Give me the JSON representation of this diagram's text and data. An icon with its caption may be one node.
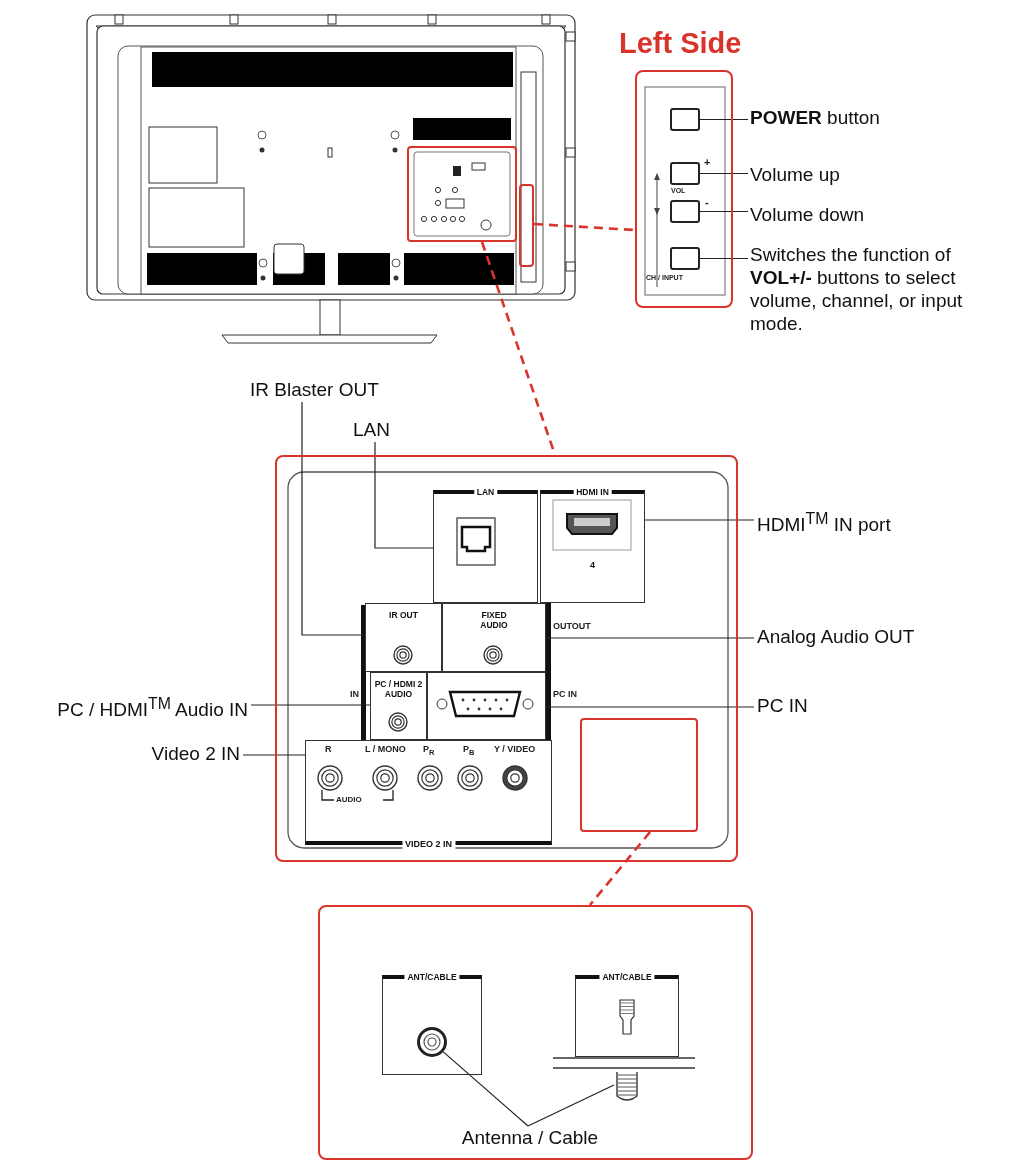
{
  "diagram": {
    "nodes": [
      {
        "text": [],
        "shape": "box"
      },
      {
        "text": [],
        "shape": "box"
      },
      {
        "text": [
          "Left Side"
        ]
      },
      {
        "text": [],
        "shape": "box",
        "in": 2
      },
      {
        "text": [],
        "shape": "box",
        "in": 2
      },
      {
        "text": [],
        "shape": "box",
        "in": 2
      },
      {
        "text": [],
        "shape": "box",
        "in": 2
      },
      {
        "text": [
          "**POWER** button"
        ]
      },
      {
        "text": [
          "Volume up"
        ]
      },
      {
        "text": [
          "Volume down"
        ]
      },
      {
        "text": [
          "Switches the function of **VOL+/-** buttons to select volume, channel, or input mode."
        ]
      },
      {
        "text": [
          "IR Blaster OUT"
        ]
      },
      {
        "text": [
          "LAN"
        ]
      },
      {
        "text": [],
        "shape": "box"
      },
      {
        "text": [
          "LAN"
        ],
        "in": 13
      },
      {
        "text": [
          "HDMI IN",
          "4"
        ],
        "in": 13
      },
      {
        "text": [
          "IR OUT"
        ],
        "in": 13
      },
      {
        "text": [
          "FIXED AUDIO"
        ],
        "in": 13
      },
      {
        "text": [
          "PC / HDMI 2 AUDIO"
        ],
        "in": 13
      },
      {
        "text": [],
        "shape": "box",
        "in": 13
      },
      {
        "text": [
          "VIDEO 2 IN"
        ],
        "in": 13
      },
      {
        "text": [],
        "shape": "box",
        "in": 13
      },
      {
        "text": [
          "HDMI$^{TM}$ IN port"
        ]
      },
      {
        "text": [
          "Analog Audio OUT"
        ]
      },
      {
        "text": [
          "PC IN"
        ]
      },
      {
        "text": [
          "PC / HDMI$^{TM}$ Audio IN"
        ]
      },
      {
        "text": [
          "Video 2 IN"
        ]
      },
      {
        "text": [],
        "shape": "box"
      },
      {
        "text": [
          "ANT/CABLE"
        ],
        "in": 27
      },
      {
        "text": [
          "ANT/CABLE"
        ],
        "in": 27
      },
      {
        "text": [
          "Antenna / Cable"
        ],
        "in": 27
      },
      {
        "text": [],
        "shape": "circle",
        "in": 28
      },
      {
        "text": [],
        "shape": "cylinder",
        "in": 27
      }
    ],
    "edges": [
      {
        "from": 0,
        "to": 13,
        "arrow": "none",
        "style": "dashed",
        "color": "#d9342b"
      },
      {
        "from": 1,
        "to": 2,
        "arrow": "none",
        "style": "dashed",
        "color": "#d9342b"
      },
      {
        "from": 21,
        "to": 27,
        "arrow": "none",
        "style": "dashed",
        "color": "#d9342b"
      },
      {
        "from": 7,
        "to": 3,
        "arrow": "none"
      },
      {
        "from": 8,
        "to": 4,
        "arrow": "none"
      },
      {
        "from": 9,
        "to": 5,
        "arrow": "none"
      },
      {
        "from": 10,
        "to": 6,
        "arrow": "none"
      },
      {
        "from": 11,
        "to": 16,
        "arrow": "none"
      },
      {
        "from": 12,
        "to": 14,
        "arrow": "none"
      },
      {
        "from": 22,
        "to": 15,
        "arrow": "none"
      },
      {
        "from": 23,
        "to": 17,
        "arrow": "none"
      },
      {
        "from": 24,
        "to": 19,
        "arrow": "none"
      },
      {
        "from": 25,
        "to": 18,
        "arrow": "none"
      },
      {
        "from": 26,
        "to": 20,
        "arrow": "none"
      },
      {
        "from": 30,
        "to": 31,
        "arrow": "none"
      },
      {
        "from": 30,
        "to": 32,
        "arrow": "none"
      }
    ],
    "labels": [
      "+",
      "-",
      "VOL",
      "CH / INPUT",
      "OUTOUT",
      "IN",
      "PC IN",
      "R",
      "L / MONO",
      "P$_{R}$",
      "P$_{B}$",
      "Y / VIDEO",
      "AUDIO"
    ]
  }
}
